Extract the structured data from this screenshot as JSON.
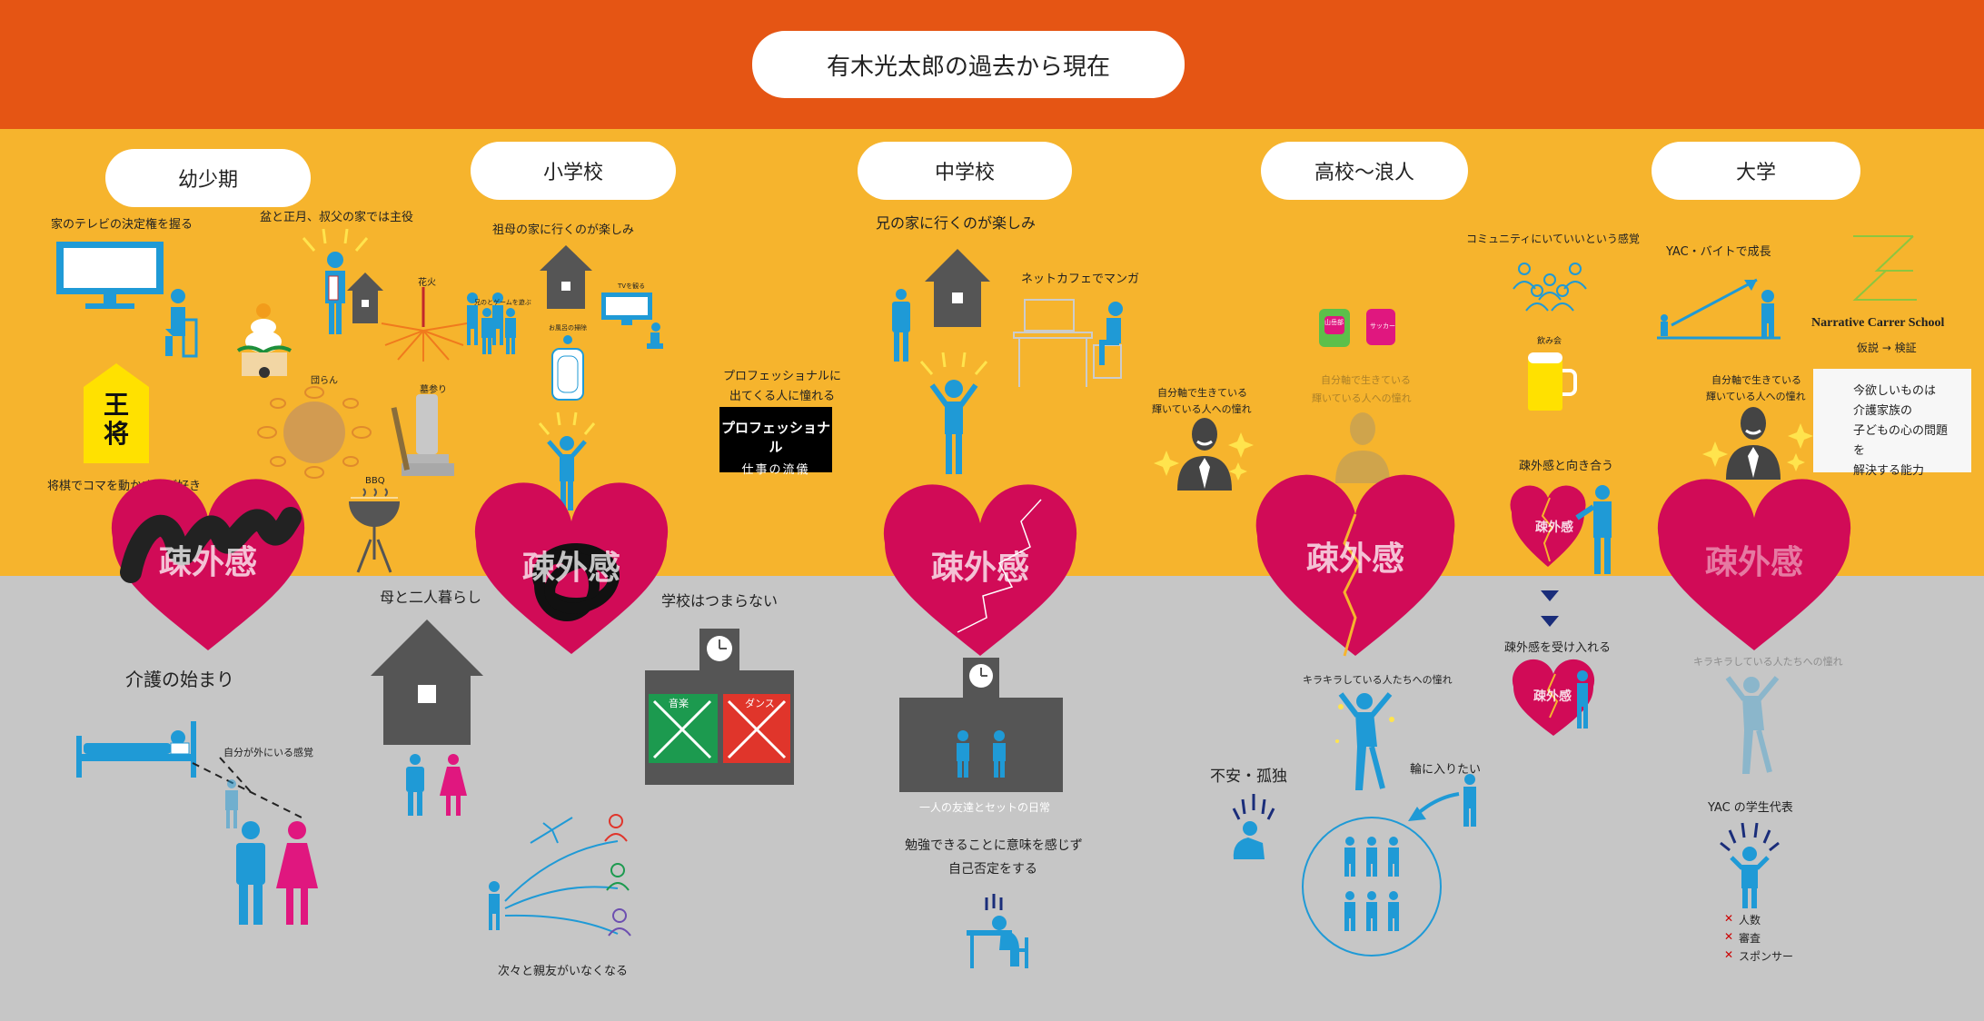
{
  "title": "有木光太郎の過去から現在",
  "stages": [
    "幼少期",
    "小学校",
    "中学校",
    "高校～浪人",
    "大学"
  ],
  "heart_label": "疎外感",
  "colors": {
    "header": "#e55514",
    "upper": "#f6b42d",
    "lower": "#c6c6c6",
    "heart": "#d10b57",
    "person": "#1f9ad6",
    "house": "#555555",
    "pink": "#e0177f"
  },
  "youshouki": {
    "tv": "家のテレビの決定権を握る",
    "bon": "盆と正月、叔父の家では主役",
    "hanabi": "花火",
    "danran": "団らん",
    "haka": "墓参り",
    "bbq": "BBQ",
    "shogi_label": "将棋でコマを動かすのが好き",
    "shogi_piece": "王将",
    "kaigo": "介護の始まり",
    "outside": "自分が外にいる感覚"
  },
  "shougakkou": {
    "grandma": "祖母の家に行くのが楽しみ",
    "game": "兄のとゲームを遊ぶ",
    "tv": "TVを観る",
    "bath": "お風呂の掃除",
    "mother": "母と二人暮らし",
    "prof_text": "プロフェッショナルに\n出てくる人に憧れる",
    "prof_logo_top": "プロフェッショナル",
    "prof_logo_bottom": "仕事の流儀",
    "boring": "学校はつまらない",
    "music": "音楽",
    "dance": "ダンス",
    "friends": "次々と親友がいなくなる"
  },
  "chuugakkou": {
    "brother": "兄の家に行くのが楽しみ",
    "manga": "ネットカフェでマンガ",
    "friend": "一人の友達とセットの日常",
    "study1": "勉強できることに意味を感じず",
    "study2": "自己否定をする"
  },
  "koukou": {
    "jiku1": "自分軸で生きている",
    "jiku2": "輝いている人への憧れ",
    "community": "コミュニティにいていいという感覚",
    "drink": "飲み会",
    "sogai_face": "疎外感と向き合う",
    "sogai_accept": "疎外感を受け入れる",
    "kirakira": "キラキラしている人たちへの憧れ",
    "anxiety": "不安・孤独",
    "join": "輪に入りたい",
    "badge1": "山岳部",
    "badge2": "サッカー"
  },
  "daigaku": {
    "yac": "YAC・バイトで成長",
    "narrative": "Narrative Carrer School",
    "hypo": "仮説 → 検証",
    "want1": "今欲しいものは",
    "want2": "介護家族の",
    "want3": "子どもの心の問題を",
    "want4": "解決する能力",
    "kirakira": "キラキラしている人たちへの憧れ",
    "yac_rep": "YAC の学生代表",
    "x1": "人数",
    "x2": "審査",
    "x3": "スポンサー"
  }
}
